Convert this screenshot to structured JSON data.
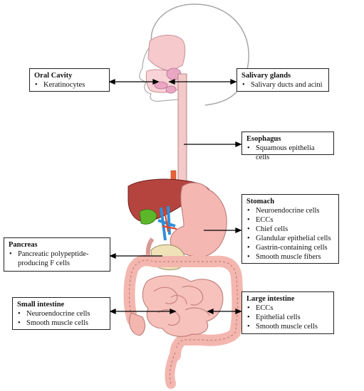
{
  "labels": {
    "oral_cavity": {
      "title": "Oral Cavity",
      "items": [
        "Keratinocytes"
      ]
    },
    "salivary_glands": {
      "title": "Salivary glands",
      "items": [
        "Salivary ducts and acini"
      ]
    },
    "esophagus": {
      "title": "Esophagus",
      "items": [
        "Squamous epithelia cells"
      ]
    },
    "stomach": {
      "title": "Stomach",
      "items": [
        "Neuroendocrine cells",
        "ECCs",
        "Chief cells",
        "Glandular epithelial cells",
        "Gastrin-containing cells",
        "Smooth muscle fibers"
      ]
    },
    "pancreas": {
      "title": "Pancreas",
      "items": [
        "Pancreatic polypeptide-producing F cells"
      ]
    },
    "small_intestine": {
      "title": "Small intestine",
      "items": [
        "Neuroendocrine cells",
        "Smooth muscle cells"
      ]
    },
    "large_intestine": {
      "title": "Large intestine",
      "items": [
        "ECCs",
        "Epithelial cells",
        "Smooth muscle cells"
      ]
    }
  },
  "colors": {
    "esophagus": "#f4c9c9",
    "liver": "#b5443f",
    "stomach": "#f5b7b2",
    "intestine": "#f3b7b0",
    "gallbladder": "#5cb62a",
    "pancreas": "#efe2b8",
    "vessels_blue": "#2f8fd8",
    "vessels_red": "#e0462a",
    "outline": "#8a8a8a"
  }
}
